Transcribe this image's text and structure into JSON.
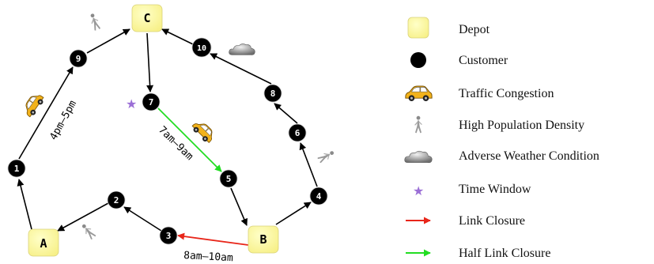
{
  "depots": [
    {
      "id": "A",
      "label": "A"
    },
    {
      "id": "B",
      "label": "B"
    },
    {
      "id": "C",
      "label": "C"
    }
  ],
  "customers": [
    {
      "id": "1",
      "label": "1"
    },
    {
      "id": "2",
      "label": "2"
    },
    {
      "id": "3",
      "label": "3"
    },
    {
      "id": "4",
      "label": "4"
    },
    {
      "id": "5",
      "label": "5"
    },
    {
      "id": "6",
      "label": "6"
    },
    {
      "id": "7",
      "label": "7"
    },
    {
      "id": "8",
      "label": "8"
    },
    {
      "id": "9",
      "label": "9"
    },
    {
      "id": "10",
      "label": "10"
    }
  ],
  "edges": [
    {
      "from": "A",
      "to": "1",
      "type": "normal"
    },
    {
      "from": "1",
      "to": "9",
      "type": "normal"
    },
    {
      "from": "9",
      "to": "C",
      "type": "normal"
    },
    {
      "from": "C",
      "to": "7",
      "type": "normal"
    },
    {
      "from": "7",
      "to": "5",
      "type": "half-link-closure"
    },
    {
      "from": "5",
      "to": "B",
      "type": "normal"
    },
    {
      "from": "B",
      "to": "3",
      "type": "link-closure"
    },
    {
      "from": "3",
      "to": "2",
      "type": "normal"
    },
    {
      "from": "2",
      "to": "A",
      "type": "normal"
    },
    {
      "from": "B",
      "to": "4",
      "type": "normal"
    },
    {
      "from": "4",
      "to": "6",
      "type": "normal"
    },
    {
      "from": "6",
      "to": "8",
      "type": "normal"
    },
    {
      "from": "8",
      "to": "10",
      "type": "normal"
    },
    {
      "from": "10",
      "to": "C",
      "type": "normal"
    }
  ],
  "time_labels": {
    "edge_1_9": "4pm–5pm",
    "edge_7_5": "7am–9am",
    "edge_b_3": "8am–10am"
  },
  "legend": {
    "depot": "Depot",
    "customer": "Customer",
    "traffic_congestion": "Traffic Congestion",
    "high_population_density": "High Population Density",
    "adverse_weather": "Adverse  Weather Condition",
    "time_window": "Time Window",
    "link_closure": "Link Closure",
    "half_link_closure": "Half Link Closure"
  },
  "colors": {
    "depot_fill": "#ffff99",
    "customer_fill": "#000000",
    "edge": "#000000",
    "link_closure": "#e8261a",
    "half_link_closure": "#22dd22",
    "time_window_star": "#9b6fd6",
    "car_body": "#f2b21b"
  },
  "icons": {
    "traffic": "car-icon",
    "population": "walking-person-icon",
    "weather": "cloud-icon",
    "time_window": "star-icon"
  }
}
